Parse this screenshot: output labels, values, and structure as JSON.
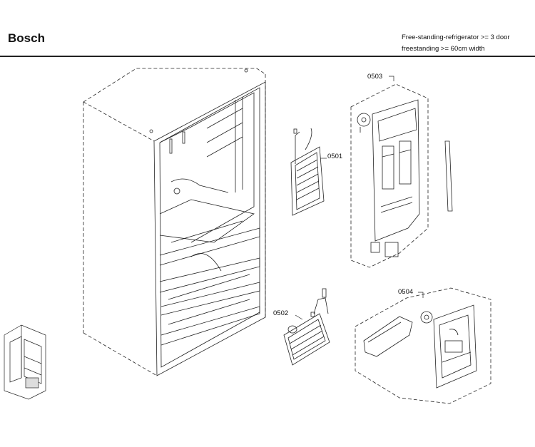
{
  "header": {
    "brand": "Bosch",
    "subtitle_line1": "Free-standing-refrigerator >= 3 door",
    "subtitle_line2": "freestanding >= 60cm width"
  },
  "callouts": {
    "c0501": "0501",
    "c0502": "0502",
    "c0503": "0503",
    "c0504": "0504"
  }
}
